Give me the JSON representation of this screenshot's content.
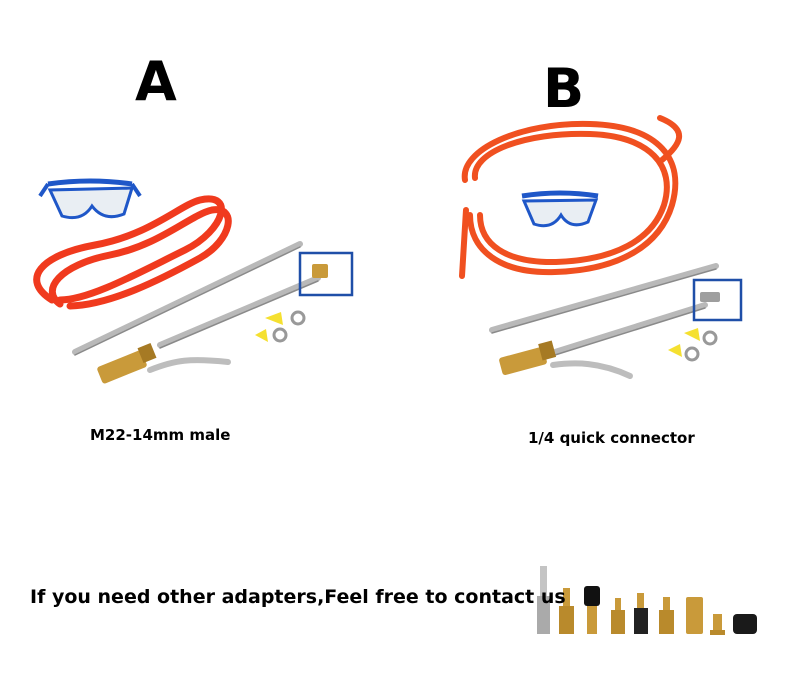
{
  "kits": [
    {
      "letter": "A",
      "connector": "M22-14mm male"
    },
    {
      "letter": "B",
      "connector": "1/4 quick connector"
    }
  ],
  "footer": {
    "message": "If you need other adapters,Feel free to contact us"
  },
  "colors": {
    "hose": "#f03a1e",
    "highlight_box": "#1f4fa8",
    "brass": "#c99a3a",
    "steel": "#b9b9b9",
    "glasses_frame": "#1f57c8",
    "clip_wing": "#f5e030"
  }
}
